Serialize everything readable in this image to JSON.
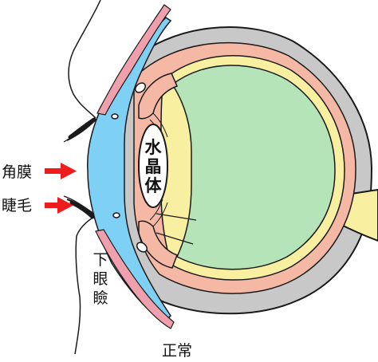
{
  "labels": {
    "cornea": "角膜",
    "eyelashes": "睫毛",
    "lower_eyelid": [
      "下",
      "眼",
      "瞼"
    ],
    "lens": [
      "水",
      "晶",
      "体"
    ],
    "caption": "正常"
  },
  "colors": {
    "vitreous": "#b4e4b8",
    "retina": "#f8f0a0",
    "choroid": "#f4b8a4",
    "sclera": "#c8c8c8",
    "cornea_conjunctiva": "#7ed0f4",
    "eyelid_rim": "#f0a0ac",
    "arrow": "#ee1c1c",
    "outline": "#1a1a1a",
    "lens": "#ffffff"
  }
}
